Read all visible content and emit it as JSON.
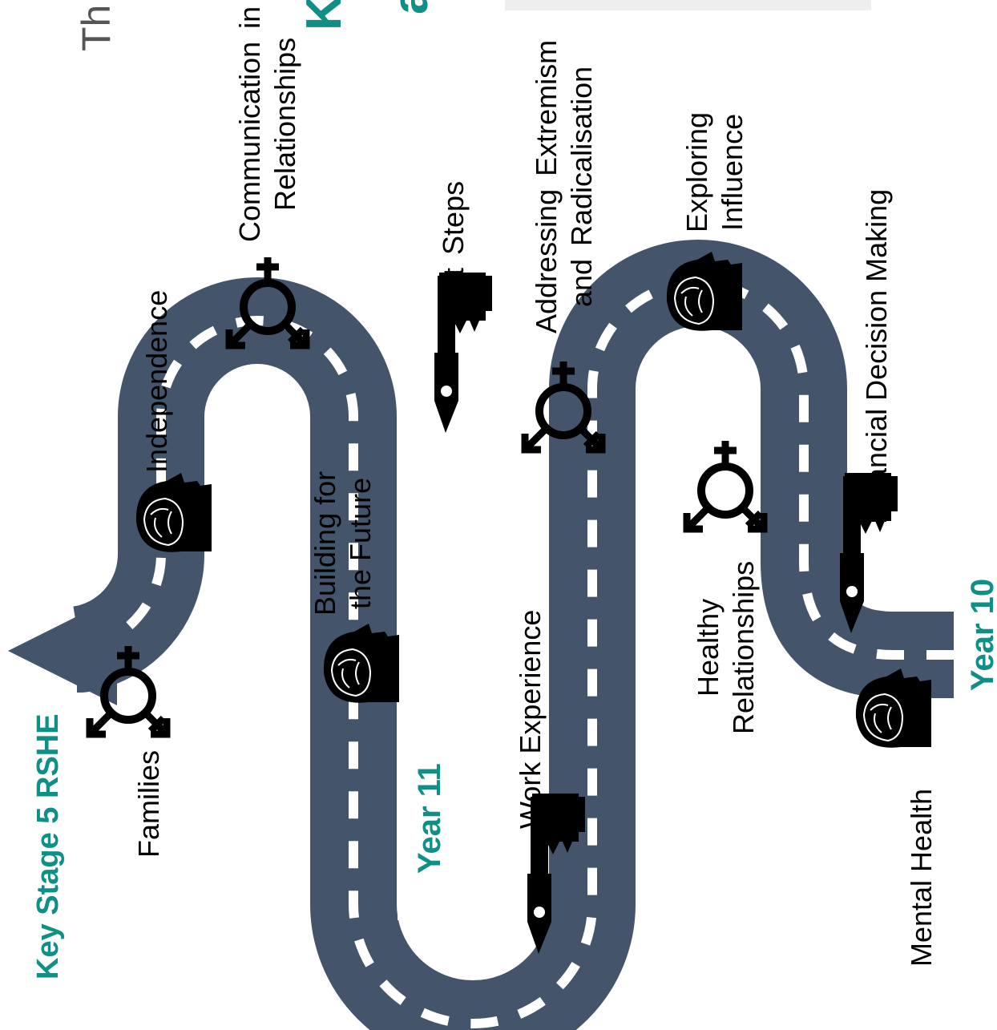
{
  "header": {
    "title_fragment": "Th",
    "heading_fragment_1": "K",
    "heading_fragment_2": "a"
  },
  "key_stage_label": "Key Stage 5 RSHE",
  "year_markers": {
    "year10": "Year 10",
    "year11": "Year 11"
  },
  "topics": {
    "families": "Families",
    "independence": "Independence",
    "communication_line1": "Communication in",
    "communication_line2": "Relationships",
    "building_line1": "Building for",
    "building_line2": "the Future",
    "next_steps": "Next Steps",
    "work_experience": "Work Experience",
    "extremism_line1": "Addressing Extremism",
    "extremism_line2": "and Radicalisation",
    "exploring_line1": "Exploring",
    "exploring_line2": "Influence",
    "healthy_line1": "Healthy",
    "healthy_line2": "Relationships",
    "financial": "Financial Decision Making",
    "mental_health": "Mental Health"
  },
  "colors": {
    "road": "#44546a",
    "dash": "#ffffff",
    "accent": "#0f8f86",
    "icon": "#000000"
  },
  "icons": [
    "gender-symbol-icon",
    "head-brain-icon",
    "big-ben-parliament-icon"
  ]
}
